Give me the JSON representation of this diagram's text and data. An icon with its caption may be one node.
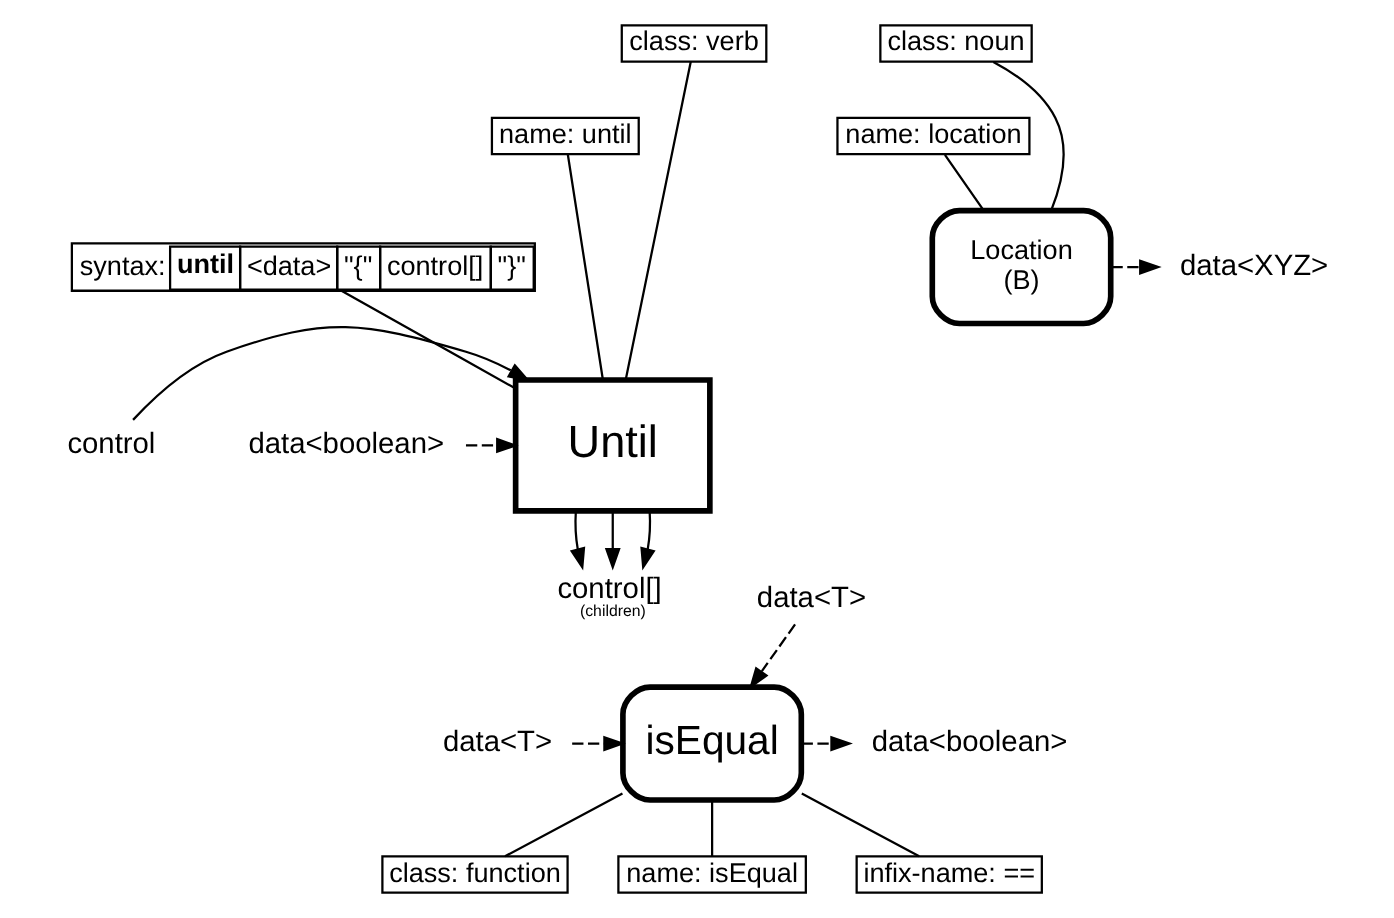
{
  "diagram": {
    "nodes": [
      {
        "text": [
          "class: verb"
        ]
      },
      {
        "text": [
          "name: until"
        ]
      },
      {
        "text": [
          "syntax:",
          "until",
          "<data>",
          "\"{\"",
          "control[]",
          "\"}\""
        ]
      },
      {
        "text": [
          "control"
        ]
      },
      {
        "text": [
          "Until"
        ]
      },
      {
        "text": [
          "data<boolean>"
        ]
      },
      {
        "text": [
          "class: noun"
        ]
      },
      {
        "text": [
          "name: location"
        ]
      },
      {
        "text": [
          "data<XYZ>"
        ]
      },
      {
        "text": [
          "Location",
          "(B)"
        ]
      },
      {
        "text": [
          "control[]"
        ],
        "beside": [
          "(children)"
        ]
      },
      {
        "text": [
          "data<boolean>"
        ]
      },
      {
        "text": [
          "isEqual"
        ]
      },
      {
        "text": [
          "data<T>"
        ]
      },
      {
        "text": [
          "data<T>"
        ]
      },
      {
        "text": [
          "class: function"
        ]
      },
      {
        "text": [
          "name: isEqual"
        ]
      },
      {
        "text": [
          "infix-name: =="
        ]
      }
    ],
    "edges": [
      {
        "from": 0,
        "to": 4,
        "arrow": "none"
      },
      {
        "from": 1,
        "to": 4,
        "arrow": "none"
      },
      {
        "from": 2,
        "to": 4,
        "arrow": "none"
      },
      {
        "from": 3,
        "to": 4,
        "arrow": "to"
      },
      {
        "from": 5,
        "to": 4,
        "arrow": "to",
        "style": "dashed"
      },
      {
        "from": 4,
        "to": 10,
        "arrow": "to"
      },
      {
        "from": 4,
        "to": 10,
        "arrow": "to"
      },
      {
        "from": 4,
        "to": 10,
        "arrow": "to"
      },
      {
        "from": 6,
        "to": 9,
        "arrow": "none"
      },
      {
        "from": 7,
        "to": 9,
        "arrow": "none"
      },
      {
        "from": 9,
        "to": 8,
        "arrow": "to",
        "style": "dashed"
      },
      {
        "from": 12,
        "to": 11,
        "arrow": "to",
        "style": "dashed"
      },
      {
        "from": 13,
        "to": 12,
        "arrow": "to",
        "style": "dashed"
      },
      {
        "from": 14,
        "to": 12,
        "arrow": "to",
        "style": "dashed"
      },
      {
        "from": 12,
        "to": 15,
        "arrow": "none"
      },
      {
        "from": 12,
        "to": 16,
        "arrow": "none"
      },
      {
        "from": 12,
        "to": 17,
        "arrow": "none"
      }
    ]
  }
}
